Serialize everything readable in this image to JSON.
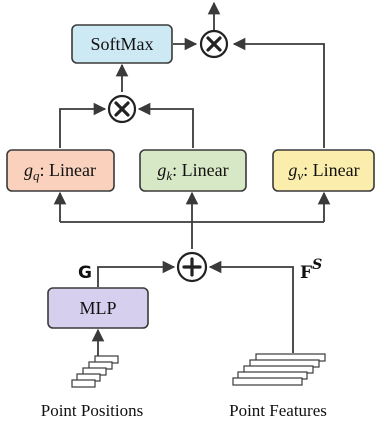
{
  "nodes": {
    "softmax": {
      "label": "SoftMax",
      "fill": "#cde9f4"
    },
    "gq": {
      "func": "g",
      "sub": "q",
      "suffix": ": Linear",
      "fill": "#f9d1bd"
    },
    "gk": {
      "func": "g",
      "sub": "k",
      "suffix": ": Linear",
      "fill": "#d7e8c6"
    },
    "gv": {
      "func": "g",
      "sub": "v",
      "suffix": ": Linear",
      "fill": "#fbedab"
    },
    "mlp": {
      "label": "MLP",
      "fill": "#d6cfee"
    }
  },
  "operators": {
    "multiply_top": "multiply",
    "multiply_mid": "multiply",
    "add": "add"
  },
  "edge_labels": {
    "g": "G",
    "fs_base": "F",
    "fs_sup": "S"
  },
  "captions": {
    "positions": "Point Positions",
    "features": "Point Features"
  }
}
